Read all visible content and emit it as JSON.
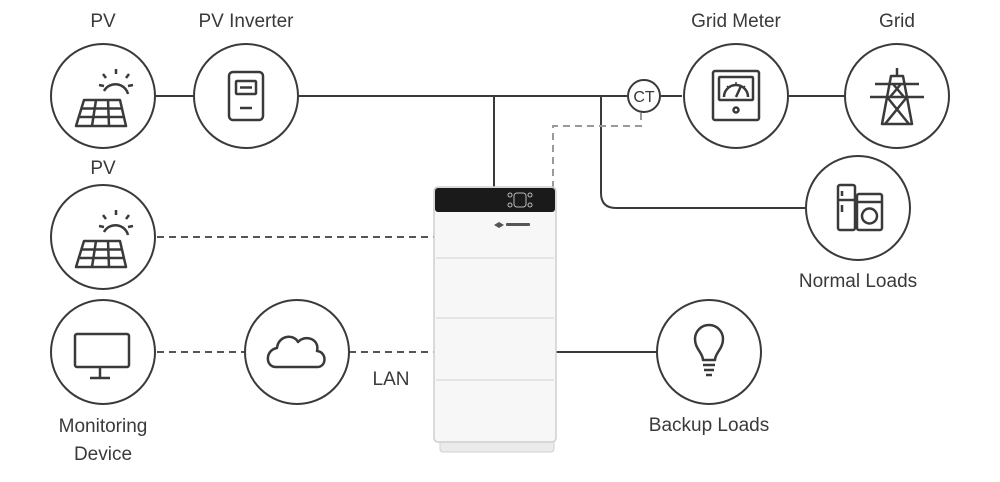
{
  "labels": {
    "pv_top": "PV",
    "pv_inverter": "PV Inverter",
    "grid_meter": "Grid Meter",
    "grid": "Grid",
    "pv_mid": "PV",
    "normal_loads": "Normal Loads",
    "monitoring_line1": "Monitoring",
    "monitoring_line2": "Device",
    "lan": "LAN",
    "backup_loads": "Backup Loads",
    "ct": "CT"
  },
  "icons": {
    "pv_top": "solar-panel-icon",
    "pv_inverter": "inverter-icon",
    "grid_meter": "meter-gauge-icon",
    "grid": "transmission-tower-icon",
    "pv_mid": "solar-panel-icon",
    "normal_loads": "appliances-icon",
    "monitoring": "monitor-icon",
    "cloud": "cloud-icon",
    "backup_loads": "lightbulb-icon",
    "battery": "battery-stack-icon"
  },
  "colors": {
    "line": "#3a3a3a",
    "dashed_line": "#555555",
    "ct_dashed": "#999999",
    "battery_body": "#f7f7f7",
    "battery_top": "#1a1a1a"
  }
}
